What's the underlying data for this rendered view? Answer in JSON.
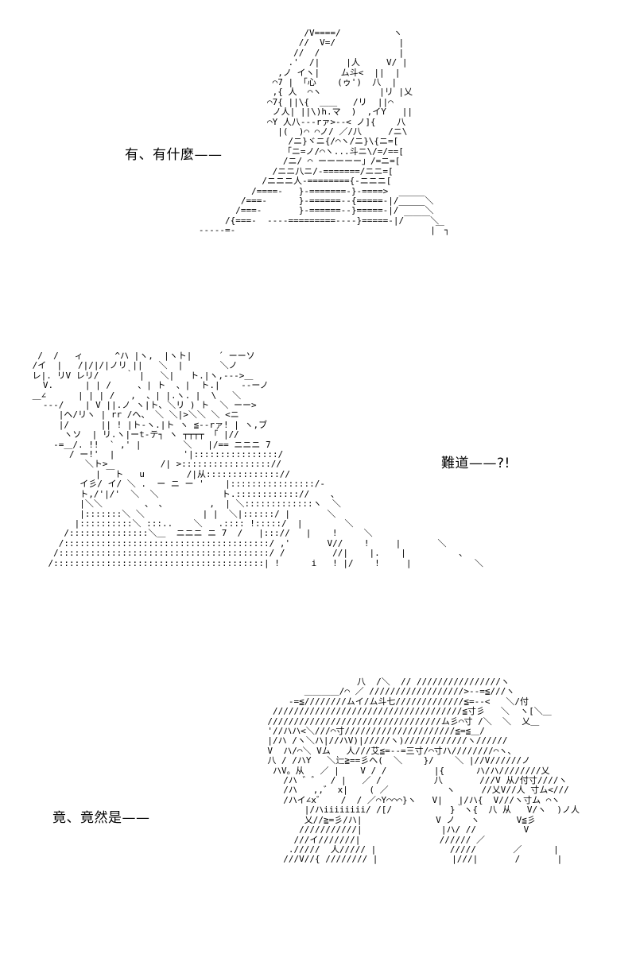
{
  "captions": {
    "panel1": "有、有什麼——",
    "panel2": "難道——?!",
    "panel3": "竟、竟然是——"
  },
  "art_lines": {
    "panel1": [
      "                       /V====/          ヽ",
      "                      //  V=/            |",
      "                     //  /               |",
      "                    .'  /|     |人     V/ |",
      "                  ,ノ イヽ|    ム斗<  ||  |",
      "                 ⌒7 | 「心    (ゥ')  八  |",
      "                 ,{ 人  ⌒ヽ           |リ |乂",
      "                ⌒7{ ||\\{  ＿＿   /リ  ||⌒",
      "                 ノ人| ||\\)h.マ  )  ,イY   ||",
      "                ⌒Y 人八---rァ>--< ノ]{    八",
      "                  |(  )⌒ ⌒ノ/ ／/八     /ニ\\",
      "                    /ニ}ヾニ{/⌒ヽ/ニ}\\{ニ=[",
      "                   「ニ=ノ/⌒ヽ...斗ニ\\/=/==[",
      "                   /ニ/ ⌒ ーーーーー」/=ニ=[",
      "                 /ニニ八ニ/-=======/ニニ=[",
      "               /ニニニ人-========{-ニニニ[",
      "             /====-   }-=======-}-====>",
      "           /===-      }-======--{=====-|/￣￣￣＼",
      "          /===-       }-======--}=====-|/￣￣￣＼",
      "        /{===-  ----=========----}=====-|/￣￣￣＼",
      "   -----=-                                     |￣┐"
    ],
    "panel2": [
      "  /  /   ィ      ^ハ |ヽ,  |ヽト|     ´ ーーソ",
      " /イ  |   /|/|/|ノリ ||   ＼  |       ＼ノ",
      " レ|. リV レリ/     ｀ |   ＼|   ト.|ヽ,--->＿",
      "   V.      | | /     、| ト  、|  ト.|    --ーノ",
      " ＿∠      | | | /   ,  、| |.ヽ. |  \\   ＼",
      "   ---/    | V ||.ノ ヽ|ト、＼リ ) ト  ＼ ーー>",
      "      |ヘ/リヽ | rr /ヘ、 ＼ ＼|>＼＼ ＼ <ニ",
      "      |/      || ! |ト-ヽ.|ト ヽ ≦--rァ! | ヽ,ブ",
      "       ヽソ  | リ.ヽ|ーt-テ┐ ヽ ┬┬┬┬ 「 |//",
      "     -=＿/. !!  ` ,' |        ＼   |/== ニニニ ̄7",
      "        / ー!'  |             '|::::::::::::::::/",
      "           ＼ト>          /| >::::::::::::::::://",
      "             | ￣ト   u        /|从:::::::::::::://",
      "          イ彡/ イ/ ＼ .  ー ニ ー '    |::::::::::::::::/-",
      "          ト,/'|/'  ＼  ＼            ト.:::::::::::://    、",
      "          |＼＼        、 、        ,  | ＼:::::::::::::ヽ  ＼",
      "          |:::::::＼ ＼           | |  ＼|::::::/ |       ＼",
      "         |::::::::::＼ :::..    ＼   .:::: !:::::/  |        ＼",
      "       /:::::::::::::::＼＿  ニニニ ニ 7  /   |::://   |    !     ＼",
      "      /:::::::::::::::::::::::::::::::::::::::/ ,'       V//    !     |       ＼",
      "     /::::::::::::::::::::::::::::::::::::::::/ /         //|    |.    |          、",
      "    /::::::::::::::::::::::::::::::::::::::::| !      i   ! |/    !     |            ＼"
    ],
    "panel3": [
      "                        八  /＼  // ////////////////ヽ",
      "              ＿＿＿＿/⌒ ／ //////////////////>--=≦///ヽ",
      "           -=≦////////ムイ/ム斗七/////////////≦=--<   ＼/付",
      "        ////////////////////////////////////≦寸彡   ＼  ヽ[＼＿",
      "       /////////////////////////////////ム彡⌒寸 /＼  ＼  乂＿",
      "       '//ハハ<＼///⌒寸/////////////////////≦=≦＿/",
      "       |/ハ /ヽ＼ハ|//ハV)|/////ヽ)////////////ヽ//////",
      "       V  ハ/⌒＼ Vム   人///艾≦=--=三寸/⌒寸ハ////////⌒ヽ、",
      "       八 / /ハY   ＼辷≧==彡ヘ(  ＼    }/    ＼ |//V//////ノ",
      "        ハV。从   ／ |    V / /         |{      ハ/ハ////////乂",
      "          /ハ ゛゛  / |   ／ /          八       ///V 从/付寸////ヽ",
      "          /ハ   ,,゛ x|    ( ／           ヽ     //乂V//人 寸ム<///",
      "          /ハイ∠x゛   /  / ／⌒Y⌒⌒⌒}ヽ   V|   |/ハ{  V///ヽ寸ム ⌒ヽ",
      "              |/ハiiiiiiii/ /[/           }｀ヽ{  八 从   V/ヽ  )ノ人",
      "              乂//≧=彡/ハ|              V ノ   ヽ       V≦彡",
      "             ///////////|               |ハ/ //         V",
      "            ///イ///////|               ////// ／",
      "           ./////  人///// |              /////       ／      |",
      "          ///V//{ //////// |              |///|       /       |"
    ]
  }
}
